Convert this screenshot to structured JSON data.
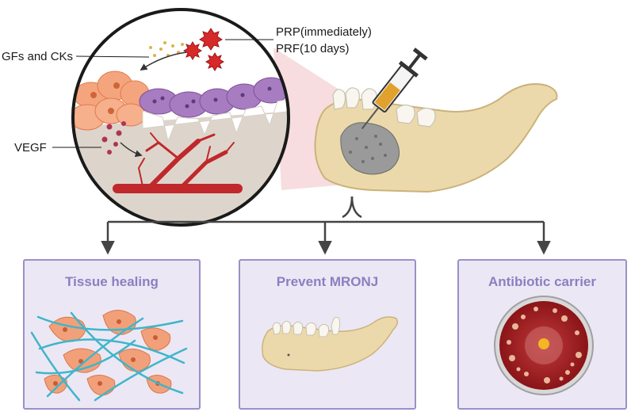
{
  "labels": {
    "gfs_cks": "GFs and CKs",
    "prp": "PRP(immediately)",
    "prf": "PRF(10 days)",
    "vegf": "VEGF"
  },
  "boxes": [
    {
      "title": "Tissue healing"
    },
    {
      "title": "Prevent MRONJ"
    },
    {
      "title": "Antibiotic carrier"
    }
  ],
  "colors": {
    "box_fill": "#ece7f5",
    "box_border": "#9a90c8",
    "box_title": "#8a80c0",
    "bone": "#ecd9ab",
    "bone_edge": "#cbb27a",
    "vessel": "#c0282b",
    "cell_orange": "#f4a57e",
    "cell_purple": "#a77cc0",
    "petri_red": "#9e1a1f"
  }
}
